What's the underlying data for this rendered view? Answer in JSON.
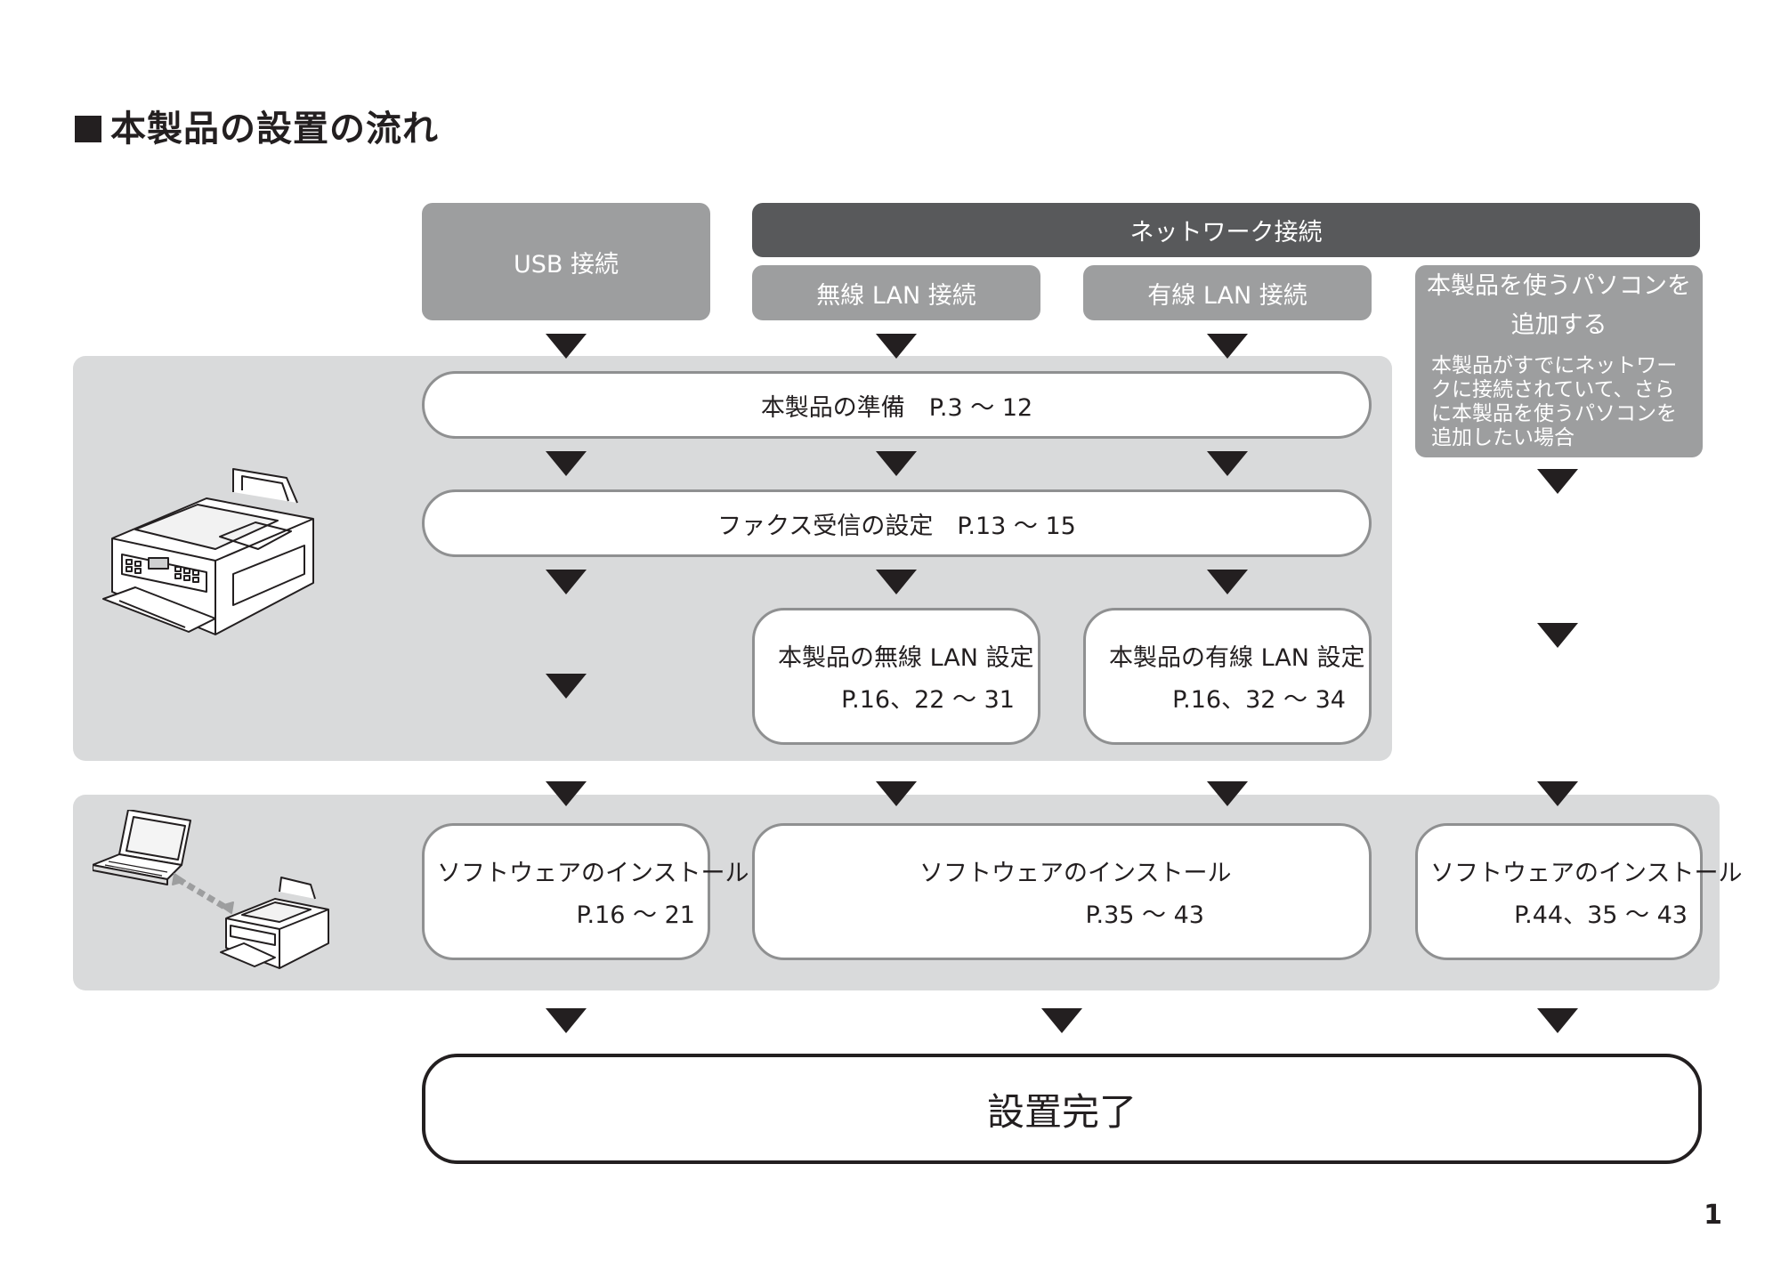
{
  "page_title": "本製品の設置の流れ",
  "headers": {
    "usb": "USB 接続",
    "network": "ネットワーク接続",
    "wireless": "無線 LAN 接続",
    "wired": "有線 LAN 接続",
    "add_pc_line1": "本製品を使うパソコンを",
    "add_pc_line2": "追加する",
    "add_pc_desc": "本製品がすでにネットワークに接続されていて、さらに本製品を使うパソコンを追加したい場合"
  },
  "steps": {
    "prepare": "本製品の準備　P.3 ～ 12",
    "fax": "ファクス受信の設定　P.13 ～ 15",
    "wireless_setup_line1": "本製品の無線 LAN 設定",
    "wireless_setup_line2": "P.16、22 ～ 31",
    "wired_setup_line1": "本製品の有線 LAN 設定",
    "wired_setup_line2": "P.16、32 ～ 34",
    "sw_usb_line1": "ソフトウェアのインストール",
    "sw_usb_line2": "P.16 ～ 21",
    "sw_net_line1": "ソフトウェアのインストール",
    "sw_net_line2": "P.35 ～ 43",
    "sw_add_line1": "ソフトウェアのインストール",
    "sw_add_line2": "P.44、35 ～ 43"
  },
  "final": "設置完了",
  "page_number": "1"
}
